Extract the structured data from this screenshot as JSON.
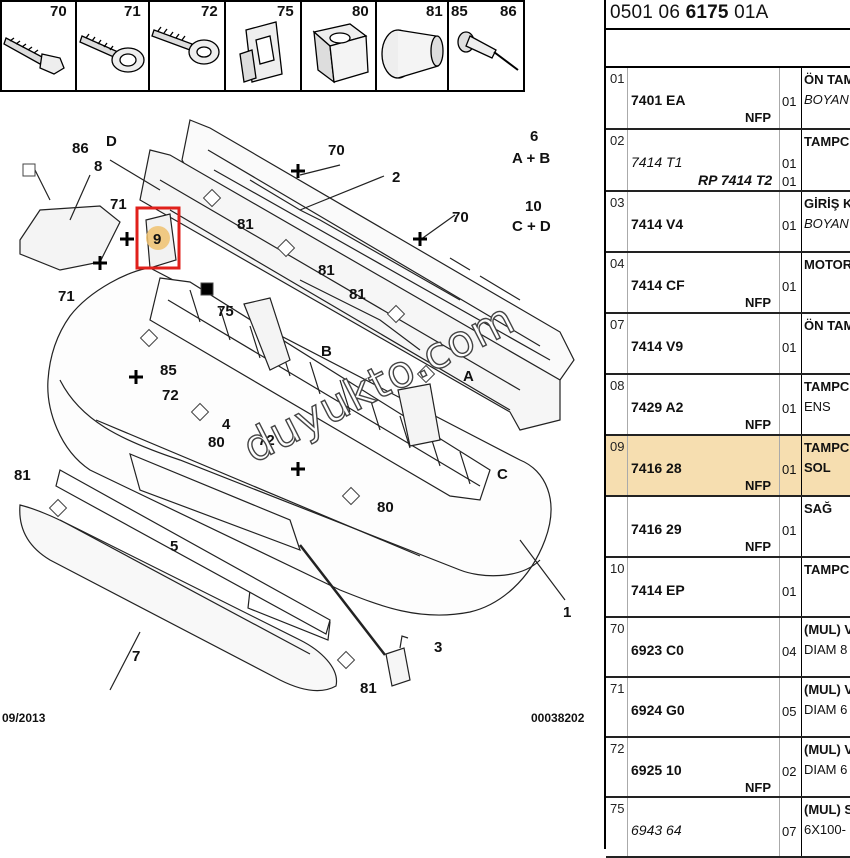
{
  "fastener_header": {
    "numbers": [
      "70",
      "71",
      "72",
      "75",
      "80",
      "81",
      "85",
      "86"
    ]
  },
  "diagram": {
    "callouts": [
      "86",
      "8",
      "D",
      "70",
      "2",
      "6",
      "A + B",
      "10",
      "C + D",
      "71",
      "81",
      "70",
      "81",
      "71",
      "9",
      "75",
      "81",
      "B",
      "85",
      "A",
      "72",
      "4",
      "72",
      "80",
      "C",
      "81",
      "80",
      "5",
      "3",
      "7",
      "81",
      "1"
    ],
    "footer_date": "09/2013",
    "footer_code": "00038202",
    "watermark": "duyukto.com"
  },
  "parts_panel": {
    "ref": {
      "prefix": "0501 06",
      "bold": "6175",
      "suffix": "01A"
    },
    "rows": [
      {
        "idx": "01",
        "part": "7401 EA",
        "part_style": "bold",
        "qty": "01",
        "nfp": "NFP",
        "desc": [
          "ÖN TAM",
          "BOYAN"
        ],
        "desc_style": [
          "b",
          "it"
        ]
      },
      {
        "idx": "02",
        "part": "7414 T1",
        "part_style": "it",
        "qty": "01",
        "alt": "RP 7414 T2",
        "alt_qty": "01",
        "desc": [
          "TAMPC"
        ],
        "desc_style": [
          "b"
        ]
      },
      {
        "idx": "03",
        "part": "7414 V4",
        "part_style": "bold",
        "qty": "01",
        "desc": [
          "GİRİŞ K",
          "BOYAN"
        ],
        "desc_style": [
          "b",
          "it"
        ]
      },
      {
        "idx": "04",
        "part": "7414 CF",
        "part_style": "bold",
        "qty": "01",
        "nfp": "NFP",
        "desc": [
          "MOTOR"
        ],
        "desc_style": [
          "b"
        ]
      },
      {
        "idx": "07",
        "part": "7414 V9",
        "part_style": "bold",
        "qty": "01",
        "desc": [
          "ÖN TAM"
        ],
        "desc_style": [
          "b"
        ]
      },
      {
        "idx": "08",
        "part": "7429 A2",
        "part_style": "bold",
        "qty": "01",
        "nfp": "NFP",
        "desc": [
          "TAMPC",
          "ENS"
        ],
        "desc_style": [
          "b",
          ""
        ]
      },
      {
        "idx": "09",
        "part": "7416 28",
        "part_style": "bold",
        "qty": "01",
        "nfp": "NFP",
        "desc": [
          "TAMPC",
          "SOL"
        ],
        "desc_style": [
          "b",
          "b"
        ],
        "highlight": true
      },
      {
        "idx": "",
        "part": "7416 29",
        "part_style": "bold",
        "qty": "01",
        "nfp": "NFP",
        "desc": [
          "SAĞ"
        ],
        "desc_style": [
          "b"
        ]
      },
      {
        "idx": "10",
        "part": "7414 EP",
        "part_style": "bold",
        "qty": "01",
        "desc": [
          "TAMPC"
        ],
        "desc_style": [
          "b"
        ]
      },
      {
        "idx": "70",
        "part": "6923 C0",
        "part_style": "bold",
        "qty": "04",
        "desc": [
          "(MUL) V",
          "DIAM 8"
        ],
        "desc_style": [
          "b",
          ""
        ]
      },
      {
        "idx": "71",
        "part": "6924 G0",
        "part_style": "bold",
        "qty": "05",
        "desc": [
          "(MUL) V",
          "DIAM 6"
        ],
        "desc_style": [
          "b",
          ""
        ]
      },
      {
        "idx": "72",
        "part": "6925 10",
        "part_style": "bold",
        "qty": "02",
        "nfp": "NFP",
        "desc": [
          "(MUL) V",
          "DIAM 6"
        ],
        "desc_style": [
          "b",
          ""
        ]
      },
      {
        "idx": "75",
        "part": "6943 64",
        "part_style": "it",
        "qty": "07",
        "desc": [
          "(MUL) S",
          "6X100-"
        ],
        "desc_style": [
          "b",
          ""
        ]
      }
    ]
  }
}
